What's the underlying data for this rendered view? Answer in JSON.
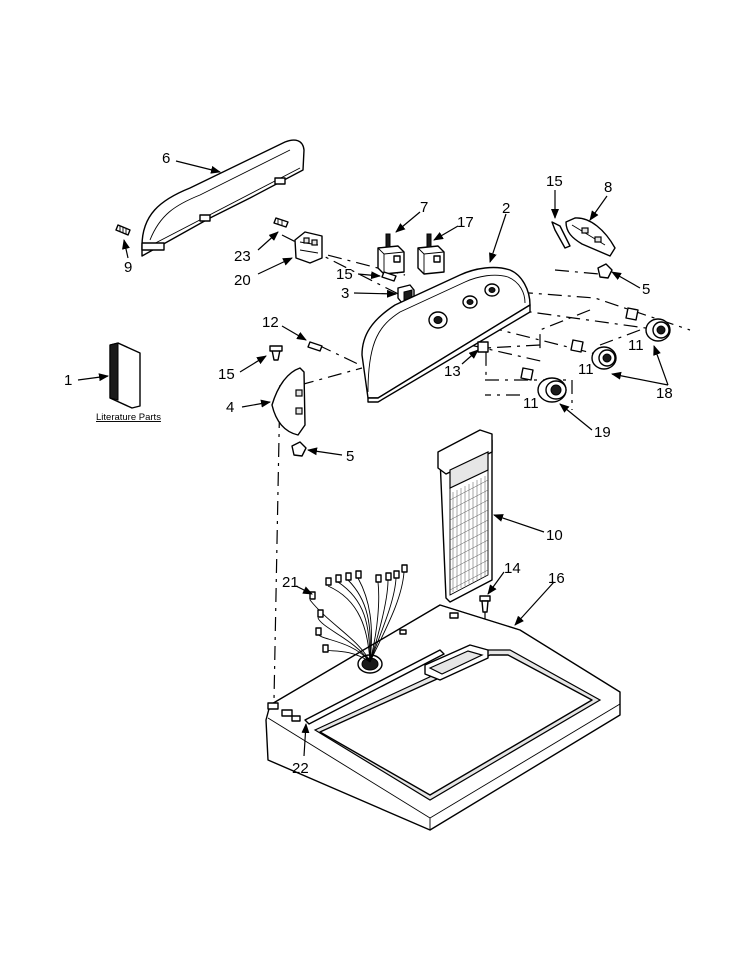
{
  "diagram": {
    "literature_label": "Literature Parts",
    "callouts": [
      {
        "id": "c1",
        "text": "1"
      },
      {
        "id": "c2",
        "text": "2"
      },
      {
        "id": "c3",
        "text": "3"
      },
      {
        "id": "c4",
        "text": "4"
      },
      {
        "id": "c5a",
        "text": "5"
      },
      {
        "id": "c5b",
        "text": "5"
      },
      {
        "id": "c6",
        "text": "6"
      },
      {
        "id": "c7",
        "text": "7"
      },
      {
        "id": "c8",
        "text": "8"
      },
      {
        "id": "c9",
        "text": "9"
      },
      {
        "id": "c10",
        "text": "10"
      },
      {
        "id": "c11a",
        "text": "11"
      },
      {
        "id": "c11b",
        "text": "11"
      },
      {
        "id": "c11c",
        "text": "11"
      },
      {
        "id": "c12",
        "text": "12"
      },
      {
        "id": "c13",
        "text": "13"
      },
      {
        "id": "c14",
        "text": "14"
      },
      {
        "id": "c15a",
        "text": "15"
      },
      {
        "id": "c15b",
        "text": "15"
      },
      {
        "id": "c15c",
        "text": "15"
      },
      {
        "id": "c16",
        "text": "16"
      },
      {
        "id": "c17",
        "text": "17"
      },
      {
        "id": "c18",
        "text": "18"
      },
      {
        "id": "c19",
        "text": "19"
      },
      {
        "id": "c20",
        "text": "20"
      },
      {
        "id": "c21",
        "text": "21"
      },
      {
        "id": "c22",
        "text": "22"
      },
      {
        "id": "c23",
        "text": "23"
      }
    ]
  }
}
